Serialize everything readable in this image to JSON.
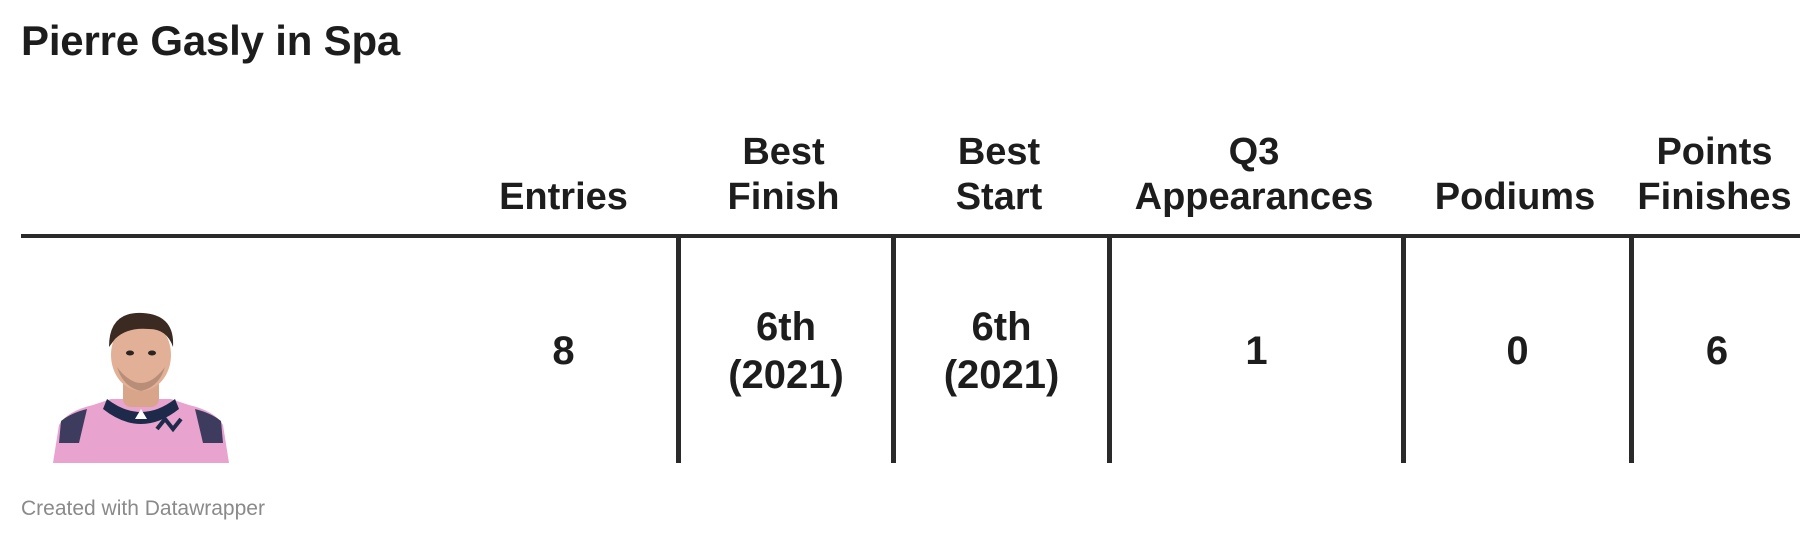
{
  "title": "Pierre Gasly in Spa",
  "chart_data": {
    "type": "table",
    "columns": [
      "",
      "Entries",
      "Best Finish",
      "Best Start",
      "Q3 Appearances",
      "Podiums",
      "Points Finishes"
    ],
    "rows": [
      {
        "image": "driver-portrait",
        "entries": "8",
        "best_finish": "6th\n(2021)",
        "best_start": "6th\n(2021)",
        "q3_appearances": "1",
        "podiums": "0",
        "points_finishes": "6"
      }
    ]
  },
  "headers": {
    "entries": "Entries",
    "best_finish": "Best\nFinish",
    "best_start": "Best\nStart",
    "q3": "Q3\nAppearances",
    "podiums": "Podiums",
    "points": "Points\nFinishes"
  },
  "row": {
    "entries": "8",
    "best_finish": "6th\n(2021)",
    "best_start": "6th\n(2021)",
    "q3": "1",
    "podiums": "0",
    "points": "6"
  },
  "footer": "Created with Datawrapper",
  "colors": {
    "suit_pink": "#e8a3cf",
    "suit_navy": "#1e2a4a",
    "text": "#1d1d1d",
    "footer": "#8a8a8a"
  }
}
